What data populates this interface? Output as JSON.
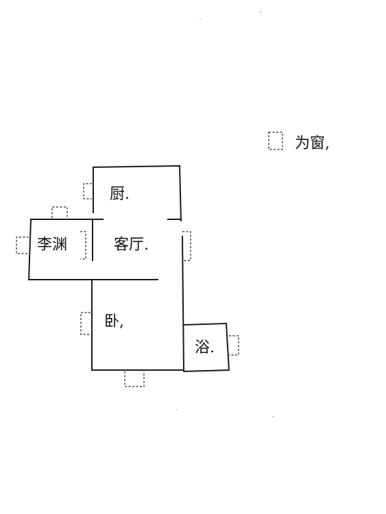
{
  "rooms": {
    "kitchen": "厨.",
    "living_room": "客厅.",
    "study": "李渊",
    "bedroom": "卧,",
    "bathroom": "浴."
  },
  "legend": {
    "window_label": "为窗,"
  },
  "colors": {
    "line": "#1a1a1a",
    "background": "#ffffff"
  }
}
